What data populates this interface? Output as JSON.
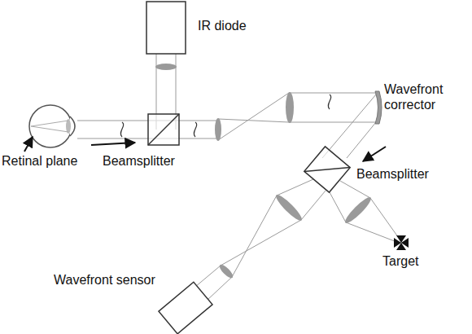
{
  "diagram": {
    "labels": [
      "IR diode",
      "Retinal plane",
      "Beamsplitter",
      "Wavefront corrector",
      "Beamsplitter",
      "Target",
      "Wavefront sensor"
    ]
  }
}
